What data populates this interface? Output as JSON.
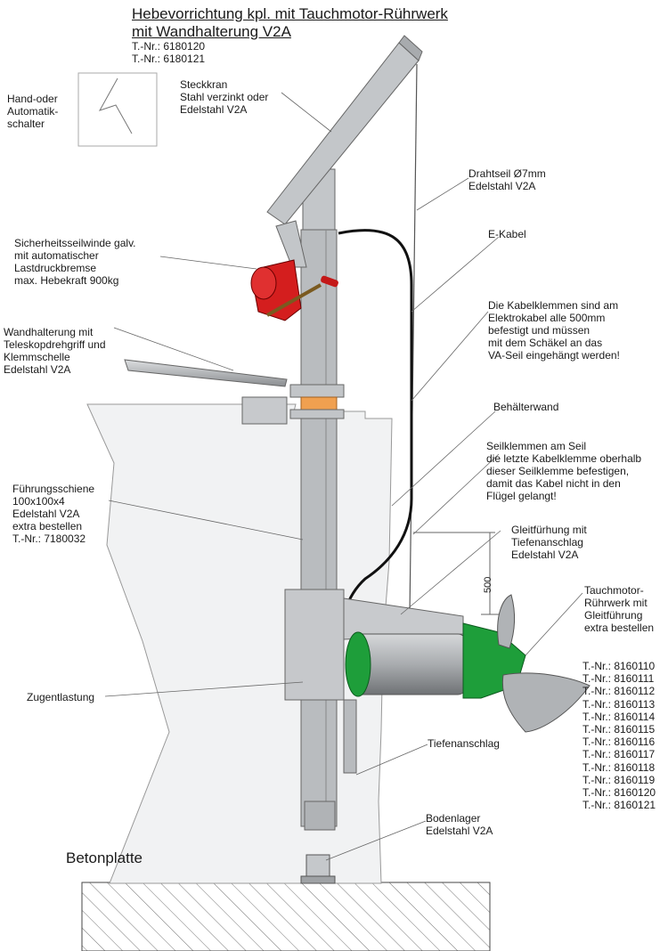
{
  "title_line1": "Hebevorrichtung kpl. mit Tauchmotor-Rührwerk",
  "title_line2": "mit Wandhalterung V2A",
  "tnr1": "T.-Nr.: 6180120",
  "tnr2": "T.-Nr.: 6180121",
  "switch_label": [
    "Hand-oder",
    "Automatik-",
    "schalter"
  ],
  "steckkran": [
    "Steckkran",
    "Stahl verzinkt oder",
    "Edelstahl V2A"
  ],
  "drahtseil": [
    "Drahtseil Ø7mm",
    "Edelstahl V2A"
  ],
  "ekabel": "E-Kabel",
  "winde": [
    "Sicherheitsseilwinde galv.",
    "mit automatischer",
    "Lastdruckbremse",
    "max. Hebekraft 900kg"
  ],
  "kabelklemmen": [
    "Die Kabelklemmen sind am",
    "Elektrokabel alle 500mm",
    "befestigt und müssen",
    "mit dem Schäkel an das",
    "VA-Seil eingehängt werden!"
  ],
  "wandhalterung": [
    "Wandhalterung mit",
    "Teleskopdrehgriff und",
    "Klemmschelle",
    "Edelstahl V2A"
  ],
  "behaelterwand": "Behälterwand",
  "seilklemmen": [
    "Seilklemmen am Seil",
    "die letzte Kabelklemme oberhalb",
    "dieser Seilklemme befestigen,",
    "damit das Kabel nicht in den",
    "Flügel gelangt!"
  ],
  "fuehrungsschiene": [
    "Führungsschiene",
    "100x100x4",
    "Edelstahl V2A",
    "extra bestellen",
    "T.-Nr.: 7180032"
  ],
  "gleitfuehrung": [
    "Gleitfürhung mit",
    "Tiefenanschlag",
    "Edelstahl V2A"
  ],
  "dimension": "500",
  "tauchmotor": [
    "Tauchmotor-",
    "Rührwerk mit",
    "Gleitführung",
    "extra bestellen"
  ],
  "tauchmotor_tnr": [
    "T.-Nr.: 8160110",
    "T.-Nr.: 8160111",
    "T.-Nr.: 8160112",
    "T.-Nr.: 8160113",
    "T.-Nr.: 8160114",
    "T.-Nr.: 8160115",
    "T.-Nr.: 8160116",
    "T.-Nr.: 8160117",
    "T.-Nr.: 8160118",
    "T.-Nr.: 8160119",
    "T.-Nr.: 8160120",
    "T.-Nr.: 8160121"
  ],
  "zugentlastung": "Zugentlastung",
  "tiefenanschlag": "Tiefenanschlag",
  "bodenlager": [
    "Bodenlager",
    "Edelstahl V2A"
  ],
  "betonplatte": "Betonplatte",
  "colors": {
    "motor_green": "#1e9e3a",
    "winch_red": "#d41e1e",
    "bearing_orange": "#f0a050",
    "steel": "#b9bcbf"
  }
}
